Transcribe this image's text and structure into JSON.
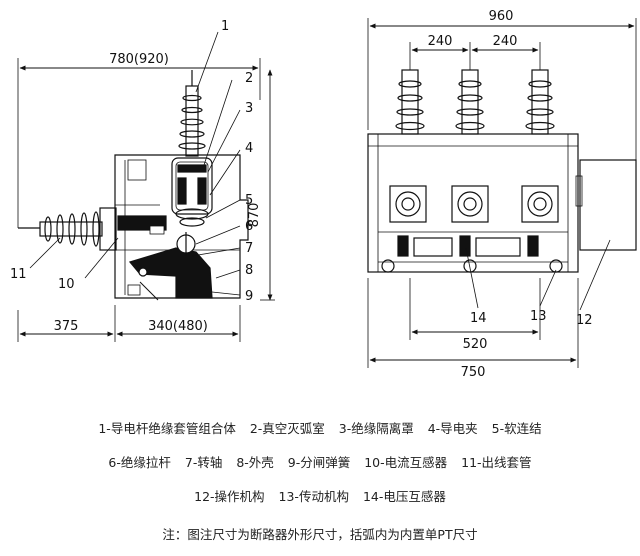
{
  "side_view": {
    "dims": {
      "top_width": "780(920)",
      "height": "870",
      "bottom_left": "375",
      "bottom_right": "340(480)"
    },
    "callouts": [
      "1",
      "2",
      "3",
      "4",
      "5",
      "6",
      "7",
      "8",
      "9",
      "10",
      "11"
    ]
  },
  "front_view": {
    "dims": {
      "top_width": "960",
      "pitch_left": "240",
      "pitch_right": "240",
      "bottom_mid": "520",
      "bottom_total": "750"
    },
    "callouts": [
      "14",
      "13",
      "12"
    ]
  },
  "legend": {
    "row1": [
      "1-导电杆绝缘套管组合体",
      "2-真空灭弧室",
      "3-绝缘隔离罩",
      "4-导电夹",
      "5-软连结"
    ],
    "row2": [
      "6-绝缘拉杆",
      "7-转轴",
      "8-外壳",
      "9-分闸弹簧",
      "10-电流互感器",
      "11-出线套管"
    ],
    "row3": [
      "12-操作机构",
      "13-传动机构",
      "14-电压互感器"
    ]
  },
  "note": "注：图注尺寸为断路器外形尺寸，括弧内为内置单PT尺寸"
}
